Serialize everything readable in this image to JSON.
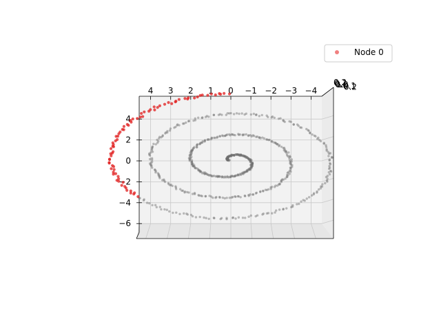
{
  "chart_data": {
    "type": "scatter",
    "projection": "3d",
    "title": "",
    "xlabel": "",
    "ylabel": "",
    "zlabel": "",
    "xlim": [
      -4.6,
      4.6
    ],
    "ylim": [
      -6.8,
      6.0
    ],
    "grid": true,
    "legend_position": "top-right",
    "x_ticks": [
      4,
      3,
      2,
      1,
      0,
      -1,
      -2,
      -3,
      -4
    ],
    "x_tick_labels": [
      "4",
      "3",
      "2",
      "1",
      "0",
      "−1",
      "−2",
      "−3",
      "−4"
    ],
    "y_ticks": [
      4,
      2,
      0,
      -2,
      -4,
      -6
    ],
    "y_tick_labels": [
      "4",
      "2",
      "0",
      "−2",
      "−4",
      "−6"
    ],
    "z_tick_labels": [
      "0.2",
      "0.1",
      "0.0",
      "−0.1",
      "−0.2"
    ],
    "spiral": {
      "description_of_shape": "Archimedean spiral r = k·θ starting at origin",
      "k": 0.318,
      "theta_start": 0.35,
      "theta_end": 20.4,
      "node_theta_start": 18.2
    },
    "series": [
      {
        "name": "",
        "color": "#6e6e6e"
      },
      {
        "name": "Node 0",
        "color": "#f08080",
        "marker_color": "#e01c1c"
      }
    ]
  }
}
